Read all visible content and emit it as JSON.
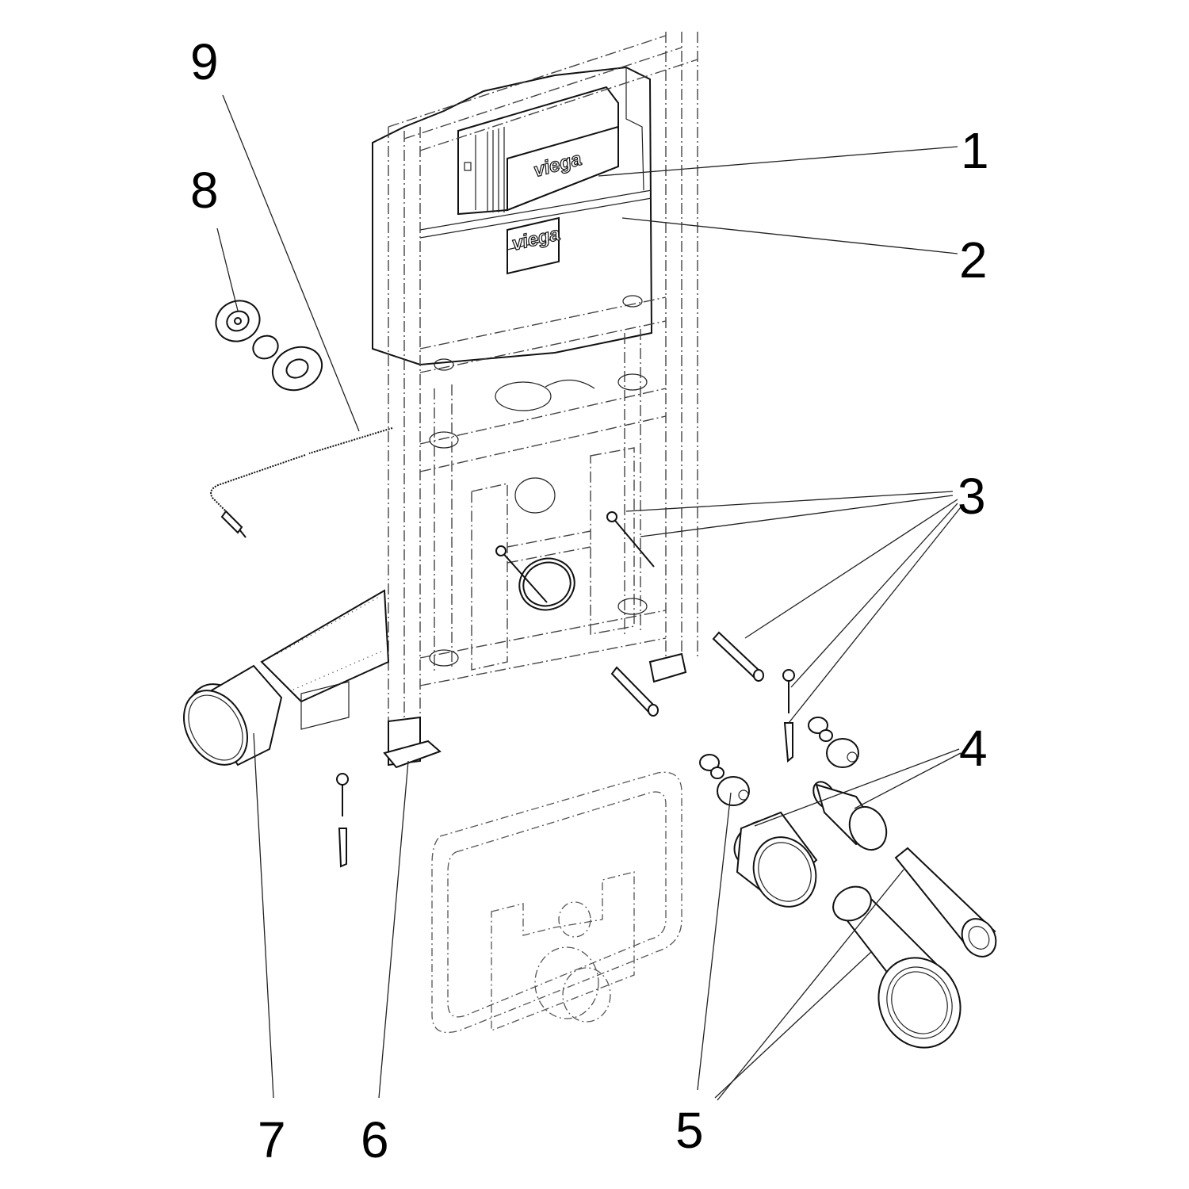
{
  "diagram": {
    "type": "exploded-assembly-drawing",
    "subject": "Wall-hung WC installation frame with concealed cistern",
    "brand_labels": [
      "viega",
      "viega"
    ],
    "callouts": [
      {
        "number": "1",
        "part": "flush-actuator-box"
      },
      {
        "number": "2",
        "part": "concealed-cistern"
      },
      {
        "number": "3",
        "part": "fixing-set (threaded rods, pipe sleeves, screws, wall plugs)"
      },
      {
        "number": "4",
        "part": "connection-sleeves"
      },
      {
        "number": "5",
        "part": "connection-fittings (water inlet valve, WC connection bend, drain pipe)"
      },
      {
        "number": "6",
        "part": "frame-foot"
      },
      {
        "number": "7",
        "part": "flexible-drain-bend"
      },
      {
        "number": "8",
        "part": "remote-actuator-button"
      },
      {
        "number": "9",
        "part": "bowden-cable"
      }
    ]
  }
}
